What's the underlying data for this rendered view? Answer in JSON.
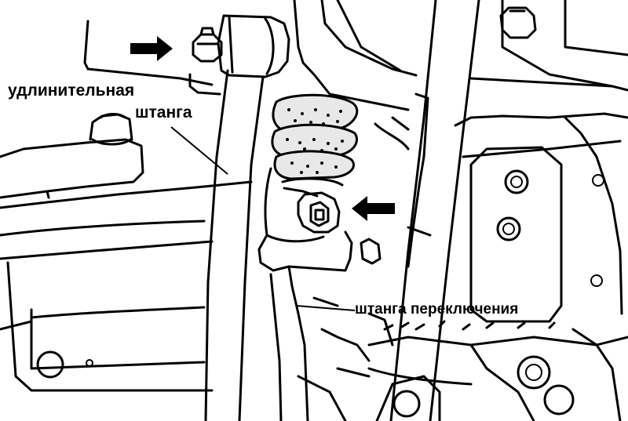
{
  "labels": {
    "extension_rod": [
      "удлинительная",
      "штанга"
    ],
    "shift_rod": "штанга переключения"
  },
  "colors": {
    "ink": "#000000",
    "paper": "#ffffff",
    "spring_fill": "#e8e8e8"
  }
}
